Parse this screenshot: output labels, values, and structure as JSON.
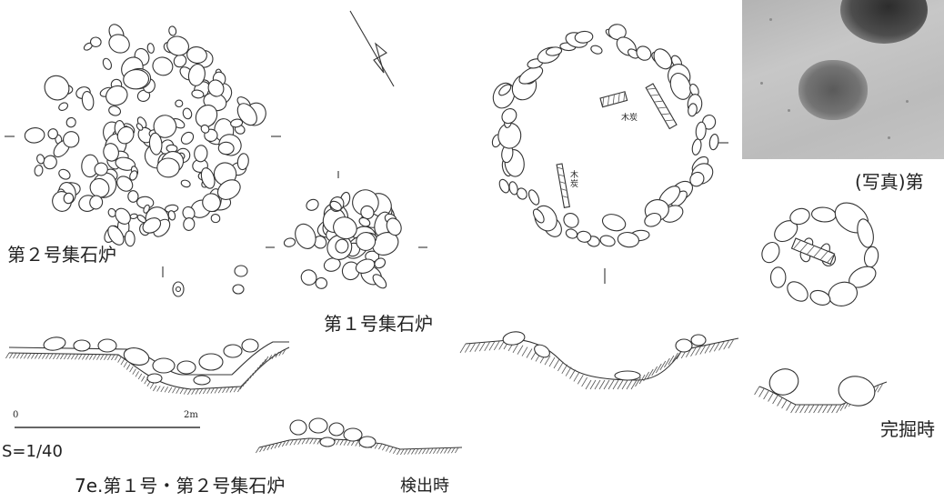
{
  "labels": {
    "hearth2": "第２号集石炉",
    "hearth1": "第１号集石炉",
    "photo_caption": "(写真)第",
    "excavated": "完掘時",
    "detected": "検出時",
    "figure_title": "7e.第１号・第２号集石炉",
    "scale_ratio": "S=1/40",
    "scale_zero": "0",
    "scale_two": "2m",
    "charcoal_a": "木炭",
    "charcoal_b": "木\n炭"
  }
}
